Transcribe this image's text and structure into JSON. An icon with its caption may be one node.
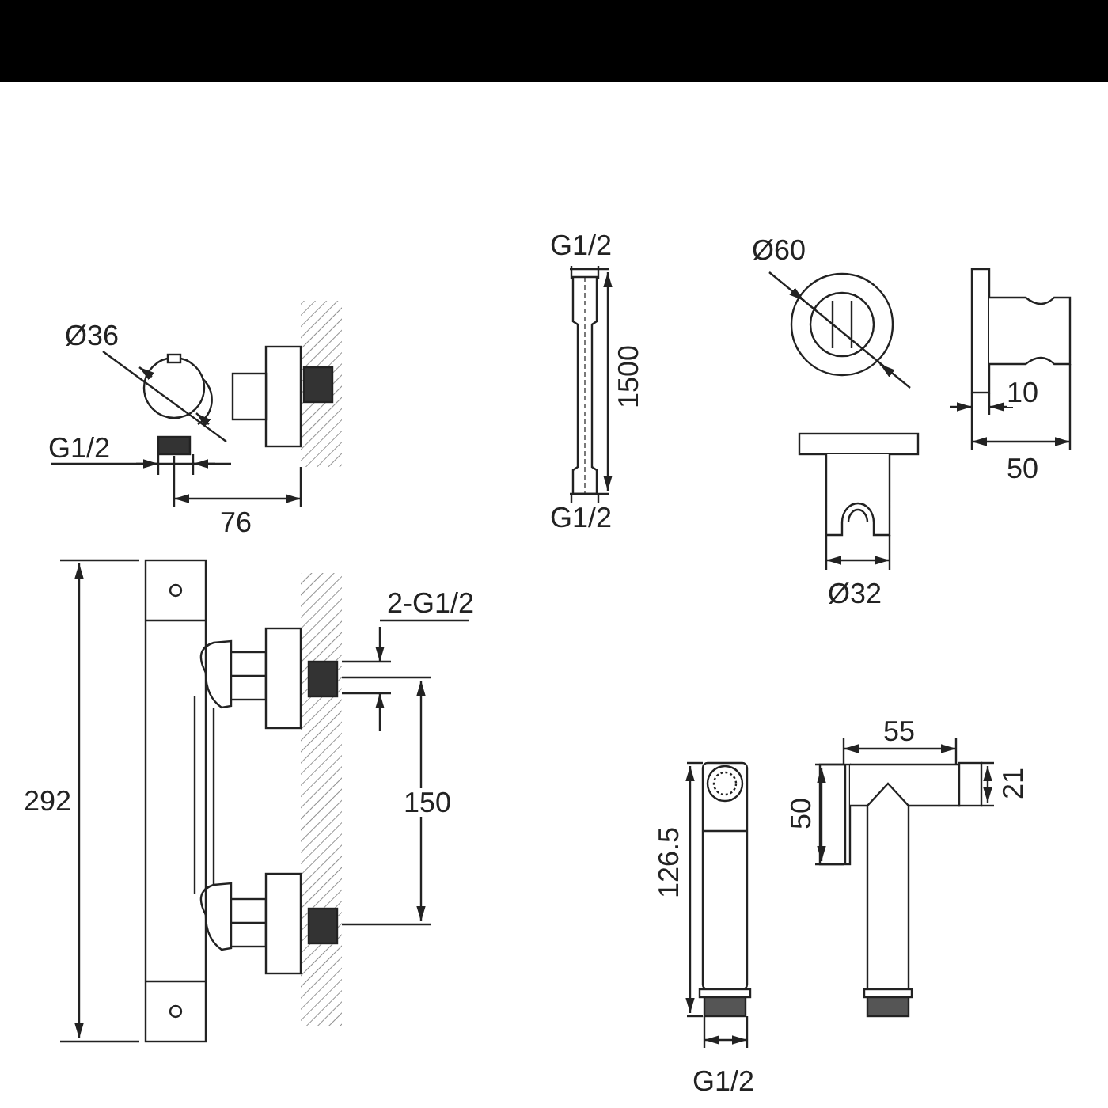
{
  "diagram": {
    "labels": [
      "G1/2",
      "Ø60",
      "Ø36",
      "1500",
      "G1/2",
      "10",
      "50",
      "76",
      "G1/2",
      "Ø32",
      "2-G1/2",
      "55",
      "292",
      "150",
      "50",
      "21",
      "126.5",
      "G1/2"
    ]
  }
}
